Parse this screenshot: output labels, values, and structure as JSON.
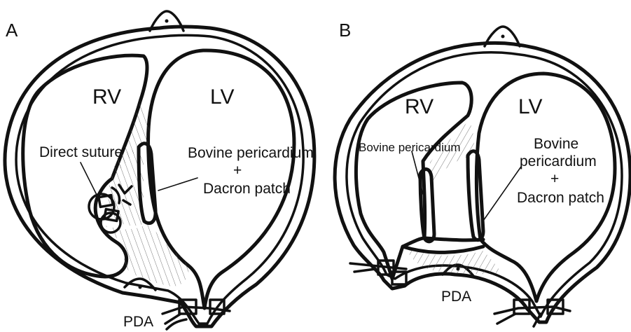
{
  "panels": {
    "a": {
      "letter": "A",
      "rv": "RV",
      "lv": "LV",
      "direct_suture": "Direct suture",
      "patch_line1": "Bovine pericardium",
      "patch_plus": "+",
      "patch_line2": "Dacron patch",
      "pda": "PDA"
    },
    "b": {
      "letter": "B",
      "rv": "RV",
      "lv": "LV",
      "bovine_label": "Bovine pericardium",
      "patch_line1": "Bovine",
      "patch_line2": "pericardium",
      "patch_plus": "+",
      "patch_line3": "Dacron patch",
      "pda": "PDA"
    }
  }
}
